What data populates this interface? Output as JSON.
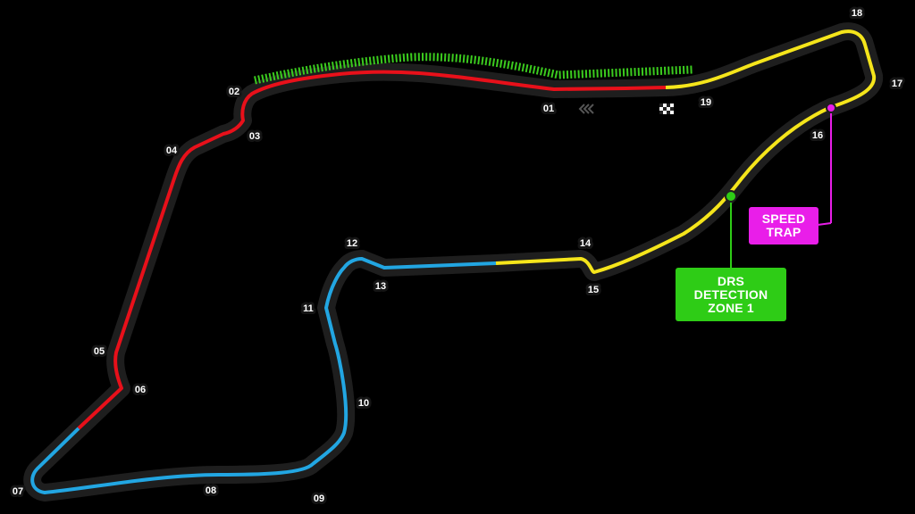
{
  "circuit": {
    "sectors": [
      {
        "name": "sector-1",
        "color": "#e8101a"
      },
      {
        "name": "sector-2",
        "color": "#22a6e2"
      },
      {
        "name": "sector-3",
        "color": "#f5e51b"
      }
    ],
    "track_casing_color": "#1e1e1e",
    "drs_zone_color": "#3bcb1e"
  },
  "turns": [
    "01",
    "02",
    "03",
    "04",
    "05",
    "06",
    "07",
    "08",
    "09",
    "10",
    "11",
    "12",
    "13",
    "14",
    "15",
    "16",
    "17",
    "18",
    "19"
  ],
  "markers": {
    "start_finish_icon": "checkered-flag-icon",
    "direction_icon": "direction-chevrons-icon"
  },
  "callouts": {
    "speed_trap": {
      "label": "SPEED\nTRAP",
      "color": "#e91ee9"
    },
    "drs_detection": {
      "label": "DRS\nDETECTION\nZONE 1",
      "color": "#2ecc16"
    }
  }
}
